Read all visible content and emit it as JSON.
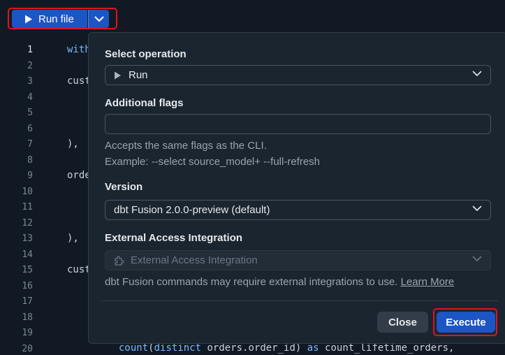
{
  "toolbar": {
    "run_label": "Run file"
  },
  "editor": {
    "lines": [
      "1",
      "2",
      "3",
      "4",
      "5",
      "6",
      "7",
      "8",
      "9",
      "10",
      "11",
      "12",
      "13",
      "14",
      "15",
      "16",
      "17",
      "18",
      "19",
      "20"
    ],
    "code": {
      "l1": "with",
      "l3": "cust",
      "l7": "),",
      "l9": "orde",
      "l13": "),",
      "l15": "cust",
      "l20_fn": "count",
      "l20_p1": "(",
      "l20_kw1": "distinct",
      "l20_mid": " orders.order_id) ",
      "l20_kw2": "as",
      "l20_tail": " count_lifetime_orders,"
    }
  },
  "dialog": {
    "operation_label": "Select operation",
    "operation_value": "Run",
    "flags_label": "Additional flags",
    "flags_value": "",
    "flags_help_1": "Accepts the same flags as the CLI.",
    "flags_help_2": "Example: --select source_model+ --full-refresh",
    "version_label": "Version",
    "version_value": "dbt Fusion 2.0.0-preview (default)",
    "integration_label": "External Access Integration",
    "integration_placeholder": "External Access Integration",
    "integration_help": "dbt Fusion commands may require external integrations to use.",
    "learn_more": "Learn More",
    "close_label": "Close",
    "execute_label": "Execute"
  },
  "colors": {
    "accent": "#1d55c4",
    "highlight": "#e0141e",
    "panel": "#1b2530",
    "editor_bg": "#111a24"
  }
}
